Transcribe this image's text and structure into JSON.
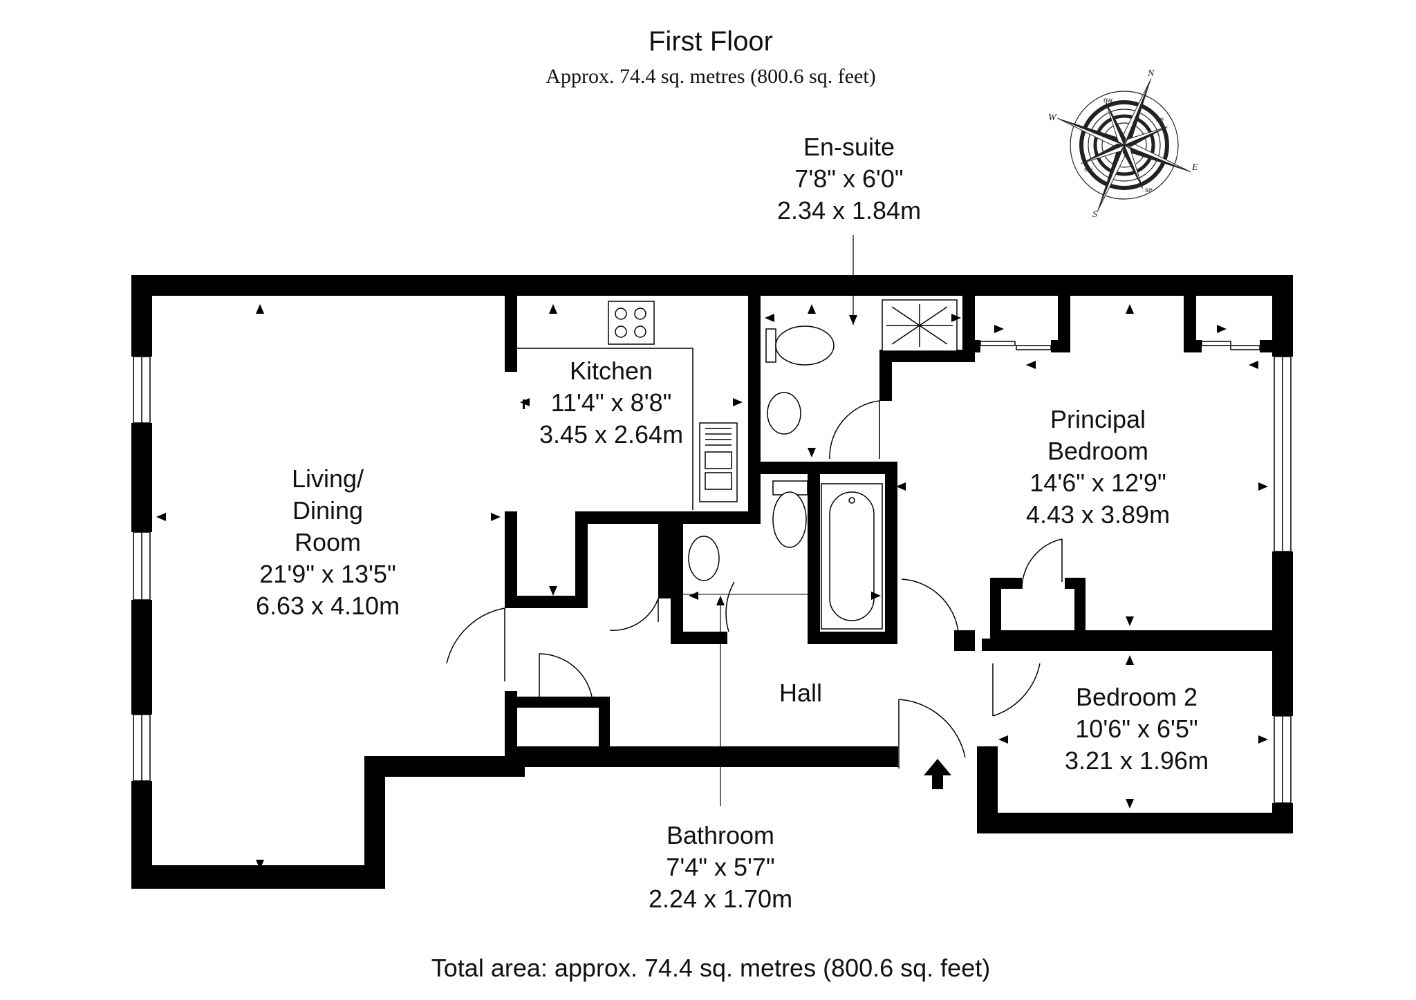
{
  "header": {
    "floor_title": "First Floor",
    "floor_area": "Approx. 74.4 sq. metres (800.6 sq. feet)"
  },
  "rooms": {
    "living": {
      "name_lines": [
        "Living/",
        "Dining",
        "Room"
      ],
      "imperial": "21'9\" x 13'5\"",
      "metric": "6.63 x 4.10m"
    },
    "kitchen": {
      "name": "Kitchen",
      "imperial": "11'4\" x 8'8\"",
      "metric": "3.45 x 2.64m"
    },
    "ensuite": {
      "name": "En-suite",
      "imperial": "7'8\" x 6'0\"",
      "metric": "2.34 x 1.84m"
    },
    "principal": {
      "name_lines": [
        "Principal",
        "Bedroom"
      ],
      "imperial": "14'6\" x 12'9\"",
      "metric": "4.43 x 3.89m"
    },
    "hall": {
      "name": "Hall"
    },
    "bedroom2": {
      "name": "Bedroom 2",
      "imperial": "10'6\" x 6'5\"",
      "metric": "3.21 x 1.96m"
    },
    "bathroom": {
      "name": "Bathroom",
      "imperial": "7'4\" x 5'7\"",
      "metric": "2.24 x 1.70m"
    }
  },
  "compass": {
    "labels": {
      "n": "N",
      "e": "E",
      "s": "S",
      "w": "W",
      "nw": "nw",
      "ne": "ne",
      "se": "se",
      "sw": "sw"
    }
  },
  "footer": {
    "total_area": "Total area: approx. 74.4 sq. metres (800.6 sq. feet)"
  }
}
